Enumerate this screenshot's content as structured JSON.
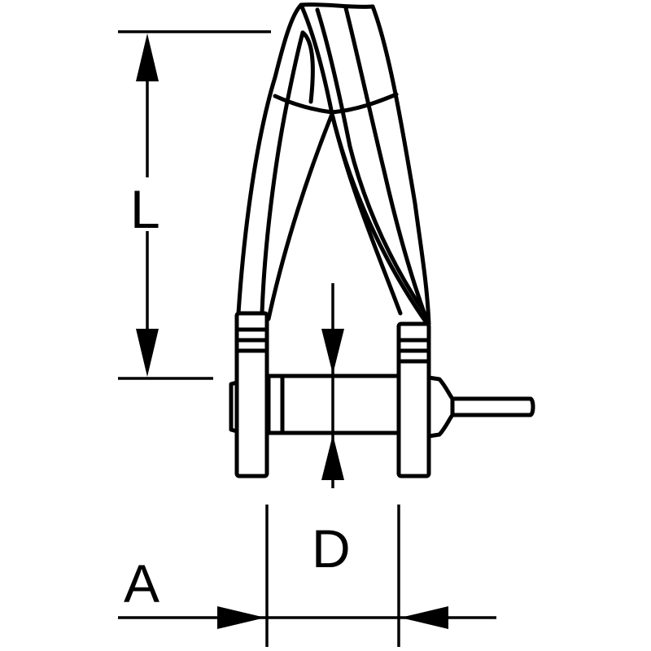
{
  "diagram": {
    "labels": {
      "length": "L",
      "diameter": "D",
      "width": "A"
    }
  }
}
